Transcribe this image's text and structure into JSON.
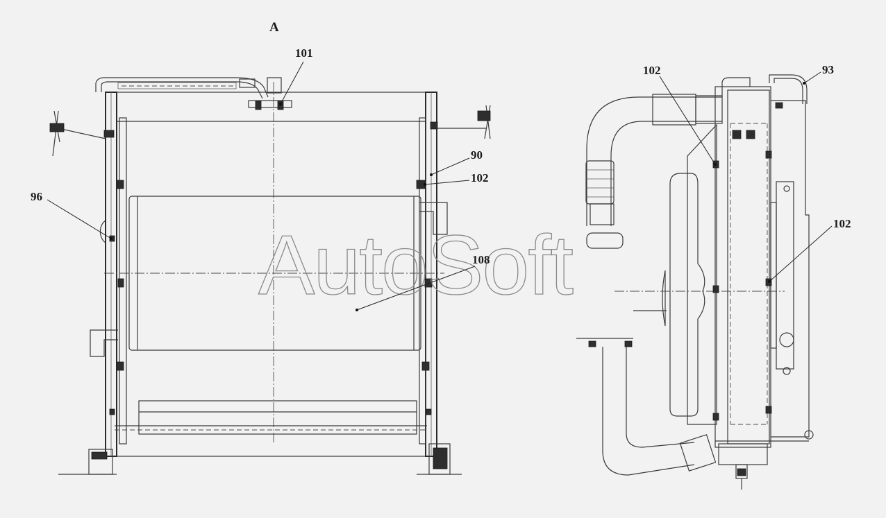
{
  "view_label": "A",
  "watermark": "AutoSoft",
  "callouts": {
    "c101": "101",
    "c90": "90",
    "c102a": "102",
    "c96": "96",
    "c108": "108",
    "c102b": "102",
    "c93": "93",
    "c102c": "102"
  }
}
